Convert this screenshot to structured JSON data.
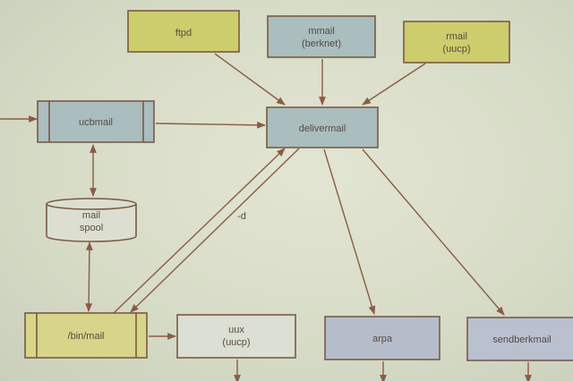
{
  "diagram": {
    "nodes": {
      "ftpd": {
        "lines": [
          "ftpd"
        ],
        "color": "#cccd6c"
      },
      "mmail": {
        "lines": [
          "mmail",
          "(berknet)"
        ],
        "color": "#aabdbf"
      },
      "rmail": {
        "lines": [
          "rmail",
          "(uucp)"
        ],
        "color": "#cccd6c"
      },
      "ucbmail": {
        "lines": [
          "ucbmail"
        ],
        "color": "#aabdbf"
      },
      "delivermail": {
        "lines": [
          "delivermail"
        ],
        "color": "#aabdbf"
      },
      "mail_spool": {
        "lines": [
          "mail",
          "spool"
        ],
        "color": "#dcdfcf"
      },
      "bin_mail": {
        "lines": [
          "/bin/mail"
        ],
        "color": "#d6d58a"
      },
      "uux": {
        "lines": [
          "uux",
          "(uucp)"
        ],
        "color": "#dcdfd3"
      },
      "arpa": {
        "lines": [
          "arpa"
        ],
        "color": "#b5bdcb"
      },
      "sendberkmail": {
        "lines": [
          "sendberkmail"
        ],
        "color": "#b9c0cf"
      }
    },
    "edges": [
      {
        "from": "ftpd",
        "to": "delivermail"
      },
      {
        "from": "mmail",
        "to": "delivermail"
      },
      {
        "from": "rmail",
        "to": "delivermail"
      },
      {
        "from": "external",
        "to": "ucbmail"
      },
      {
        "from": "ucbmail",
        "to": "delivermail"
      },
      {
        "from": "ucbmail",
        "to": "mail_spool",
        "bidirectional": true
      },
      {
        "from": "mail_spool",
        "to": "bin_mail",
        "bidirectional": true
      },
      {
        "from": "bin_mail",
        "to": "delivermail"
      },
      {
        "from": "delivermail",
        "to": "bin_mail",
        "label": "-d"
      },
      {
        "from": "delivermail",
        "to": "arpa"
      },
      {
        "from": "delivermail",
        "to": "sendberkmail"
      },
      {
        "from": "bin_mail",
        "to": "uux"
      },
      {
        "from": "uux",
        "to": "offscreen"
      },
      {
        "from": "arpa",
        "to": "offscreen"
      },
      {
        "from": "sendberkmail",
        "to": "offscreen"
      }
    ],
    "edge_label_d": "-d"
  }
}
